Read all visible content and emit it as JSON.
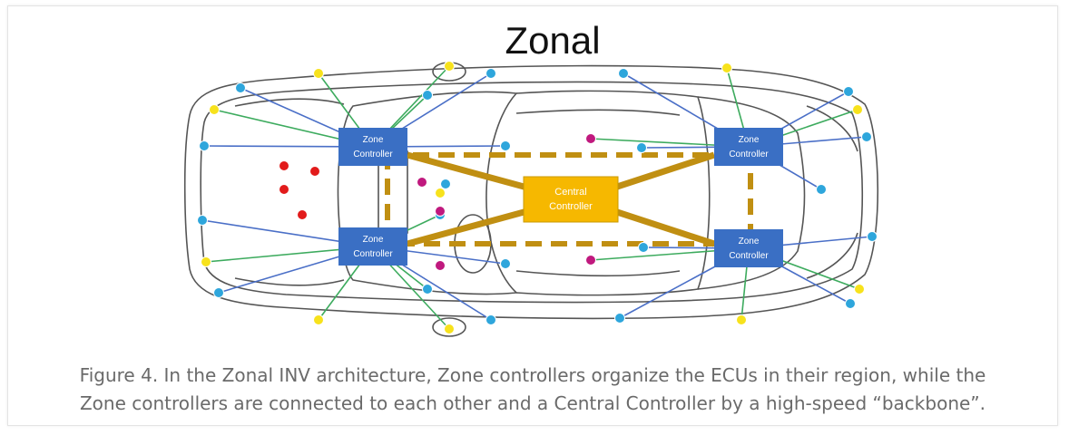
{
  "diagram": {
    "title": "Zonal",
    "central_controller": [
      "Central",
      "Controller"
    ],
    "zone_controllers": [
      {
        "id": "front-left",
        "label": [
          "Zone",
          "Controller"
        ]
      },
      {
        "id": "rear-left",
        "label": [
          "Zone",
          "Controller"
        ]
      },
      {
        "id": "front-right",
        "label": [
          "Zone",
          "Controller"
        ]
      },
      {
        "id": "rear-right",
        "label": [
          "Zone",
          "Controller"
        ]
      }
    ],
    "colors": {
      "zone_fill": "#3a6fc4",
      "central_fill": "#f6b800",
      "backbone": "#c08f12",
      "blue_wire": "#4a6fc7",
      "green_wire": "#3dab5e",
      "node_blue": "#2ea6dc",
      "node_yellow": "#f7e21c",
      "node_red": "#e21b1b",
      "node_magenta": "#c0197e",
      "car_outline": "#555555"
    }
  },
  "caption": {
    "line1": "Figure 4. In the Zonal INV architecture, Zone controllers organize the ECUs in their region, while the",
    "line2": "Zone controllers are connected to each other and a Central Controller by a high-speed “backbone”."
  }
}
